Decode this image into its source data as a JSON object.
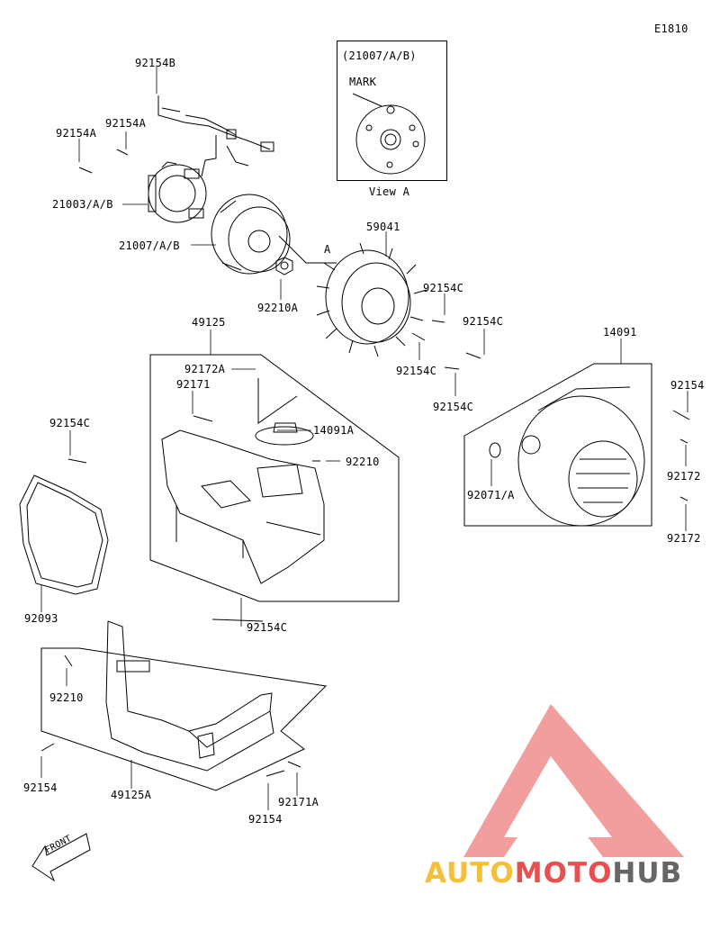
{
  "diagram_code": "E1810",
  "view_a": {
    "part": "(21007/A/B)",
    "mark": "MARK",
    "caption": "View A"
  },
  "callout_a": "A",
  "parts": {
    "p92154B": "92154B",
    "p92154A_1": "92154A",
    "p92154A_2": "92154A",
    "p21003": "21003/A/B",
    "p21007": "21007/A/B",
    "p92210A": "92210A",
    "p59041": "59041",
    "p92154C_1": "92154C",
    "p92154C_2": "92154C",
    "p92154C_3": "92154C",
    "p92154C_4": "92154C",
    "p49125": "49125",
    "p92172A": "92172A",
    "p92171": "92171",
    "p14091A": "14091A",
    "p92210_1": "92210",
    "p92154C_5": "92154C",
    "p92093": "92093",
    "p92154C_6": "92154C",
    "p14091": "14091",
    "p92154_1": "92154",
    "p92071A": "92071/A",
    "p92172_1": "92172",
    "p92172_2": "92172",
    "p92210_2": "92210",
    "p92154_2": "92154",
    "p49125A": "49125A",
    "p92154_3": "92154",
    "p92171A": "92171A"
  },
  "front_arrow": "FRONT",
  "watermark": {
    "part1": "AUTO",
    "part2": "MOTO",
    "part3": "HUB"
  },
  "colors": {
    "line": "#000000",
    "logo_red": "#e85050",
    "logo_yellow": "#f6bf3a",
    "logo_gray": "#666666"
  }
}
